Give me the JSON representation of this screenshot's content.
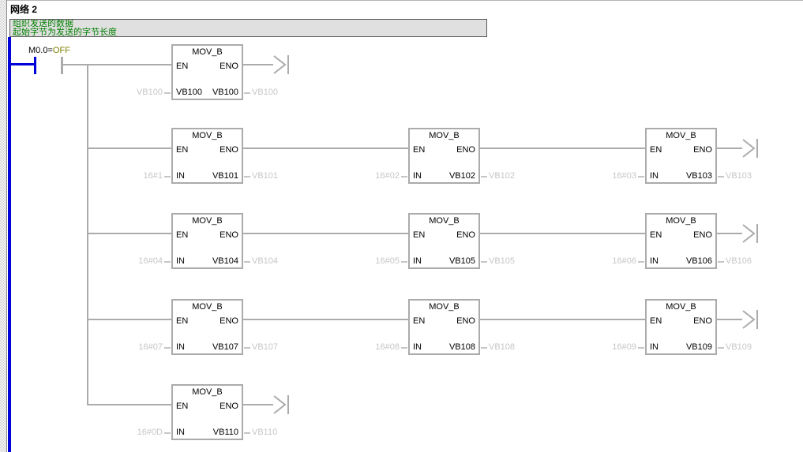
{
  "network": {
    "title": "网络 2",
    "comment_lines": [
      "组织发送的数据",
      "起始字节为发送的字节长度"
    ]
  },
  "contact": {
    "address": "M0.0",
    "equals": "=",
    "status": "OFF"
  },
  "blocks": [
    {
      "row": 0,
      "col": 0,
      "title": "MOV_B",
      "en": "EN",
      "eno": "ENO",
      "in_label": "VB100",
      "out_label": "VB100",
      "in_operand": "VB100",
      "out_operand": "VB100",
      "arrow": true
    },
    {
      "row": 1,
      "col": 0,
      "title": "MOV_B",
      "en": "EN",
      "eno": "ENO",
      "in_label": "IN",
      "out_label": "VB101",
      "in_operand": "16#1",
      "out_operand": "VB101",
      "arrow": false
    },
    {
      "row": 1,
      "col": 1,
      "title": "MOV_B",
      "en": "EN",
      "eno": "ENO",
      "in_label": "IN",
      "out_label": "VB102",
      "in_operand": "16#02",
      "out_operand": "VB102",
      "arrow": false
    },
    {
      "row": 1,
      "col": 2,
      "title": "MOV_B",
      "en": "EN",
      "eno": "ENO",
      "in_label": "IN",
      "out_label": "VB103",
      "in_operand": "16#03",
      "out_operand": "VB103",
      "arrow": true
    },
    {
      "row": 2,
      "col": 0,
      "title": "MOV_B",
      "en": "EN",
      "eno": "ENO",
      "in_label": "IN",
      "out_label": "VB104",
      "in_operand": "16#04",
      "out_operand": "VB104",
      "arrow": false
    },
    {
      "row": 2,
      "col": 1,
      "title": "MOV_B",
      "en": "EN",
      "eno": "ENO",
      "in_label": "IN",
      "out_label": "VB105",
      "in_operand": "16#05",
      "out_operand": "VB105",
      "arrow": false
    },
    {
      "row": 2,
      "col": 2,
      "title": "MOV_B",
      "en": "EN",
      "eno": "ENO",
      "in_label": "IN",
      "out_label": "VB106",
      "in_operand": "16#06",
      "out_operand": "VB106",
      "arrow": true
    },
    {
      "row": 3,
      "col": 0,
      "title": "MOV_B",
      "en": "EN",
      "eno": "ENO",
      "in_label": "IN",
      "out_label": "VB107",
      "in_operand": "16#07",
      "out_operand": "VB107",
      "arrow": false
    },
    {
      "row": 3,
      "col": 1,
      "title": "MOV_B",
      "en": "EN",
      "eno": "ENO",
      "in_label": "IN",
      "out_label": "VB108",
      "in_operand": "16#08",
      "out_operand": "VB108",
      "arrow": false
    },
    {
      "row": 3,
      "col": 2,
      "title": "MOV_B",
      "en": "EN",
      "eno": "ENO",
      "in_label": "IN",
      "out_label": "VB109",
      "in_operand": "16#09",
      "out_operand": "VB109",
      "arrow": true
    },
    {
      "row": 4,
      "col": 0,
      "title": "MOV_B",
      "en": "EN",
      "eno": "ENO",
      "in_label": "IN",
      "out_label": "VB110",
      "in_operand": "16#0D",
      "out_operand": "VB110",
      "arrow": true
    }
  ],
  "colors": {
    "rail_blue": "#0000d8",
    "wire_gray": "#ababab",
    "operand_gray": "#c6c6c6",
    "comment_green": "#008000",
    "status_olive": "#7f7f00",
    "comment_bg": "#e0e0e0"
  }
}
